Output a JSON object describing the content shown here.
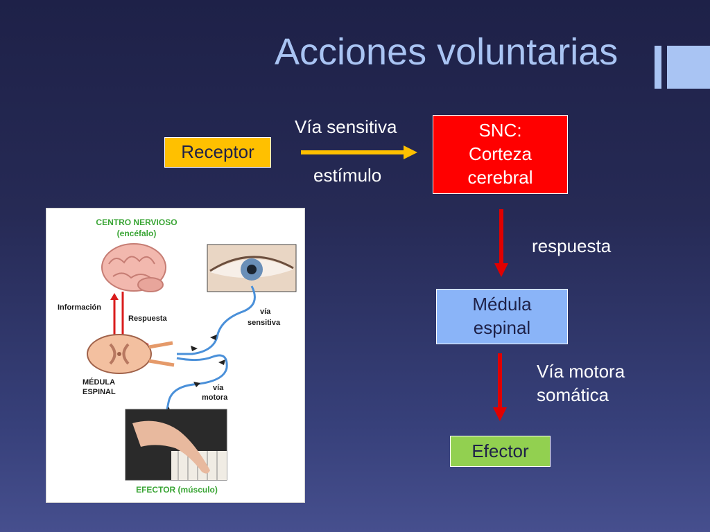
{
  "slide": {
    "title": "Acciones voluntarias"
  },
  "flow": {
    "receptor": "Receptor",
    "via_sensitiva": "Vía sensitiva",
    "estimulo": "estímulo",
    "snc": "SNC:\nCorteza\ncerebral",
    "respuesta": "respuesta",
    "medula": "Médula\nespinal",
    "via_motora": "Vía motora\nsomática",
    "efector": "Efector"
  },
  "figure": {
    "centro_nervioso": "CENTRO NERVIOSO",
    "encefalo": "(encéfalo)",
    "informacion": "Información",
    "respuesta": "Respuesta",
    "via": "vía",
    "sensitiva": "sensitiva",
    "motora": "motora",
    "medula_1": "MÉDULA",
    "medula_2": "ESPINAL",
    "efector": "EFECTOR (músculo)"
  },
  "colors": {
    "title": "#a9c4f3",
    "receptor_fill": "#ffc000",
    "snc_fill": "#ff0000",
    "medula_fill": "#8ab4f8",
    "efector_fill": "#92d050",
    "horizontal_arrow": "#ffc000",
    "vertical_arrow": "#e00000",
    "figure_title_green": "#3aa535",
    "nerve_blue": "#4a90d9"
  }
}
